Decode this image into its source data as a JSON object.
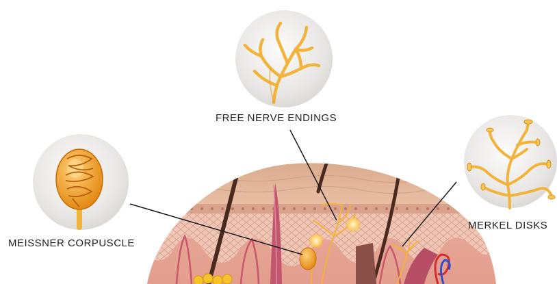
{
  "labels": {
    "free_nerve_endings": "FREE NERVE ENDINGS",
    "meissner_corpuscle": "MEISSNER CORPUSCLE",
    "merkel_disks": "MERKEL DISKS"
  },
  "colors": {
    "nerve": "#f2b33a",
    "skin_surface": "#e6b89a",
    "epidermis": "#f0c2b0",
    "dermis": "#e9a99a",
    "hair": "#4a2a1e",
    "muscle": "#c9566a",
    "bubble_fill": "#e6e4e2",
    "leader_line": "#1a1a1a"
  }
}
